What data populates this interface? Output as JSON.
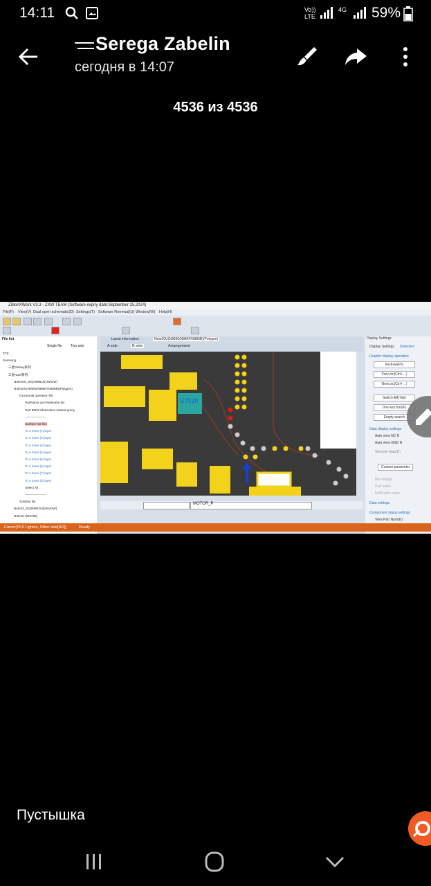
{
  "status_bar": {
    "time": "14:11",
    "network_left": "Vo))",
    "network_lte": "LTE",
    "network_4g": "4G",
    "battery": "59%"
  },
  "header": {
    "sender_name": "Serega Zabelin",
    "date_line": "сегодня в 14:07",
    "counter": "4536 из 4536"
  },
  "photo": {
    "window_title": "ZillionXWork V3.3 - ZXW TEAM (Software expiry date:September 25,2024)",
    "menu_items": [
      "File(F)",
      "View(V)",
      "Dual open schematic(D)",
      "Settings(T)",
      "Software Renewal(U)",
      "Window(W)",
      "Help(H)"
    ],
    "left_panel_title": "File list",
    "left_panel_buttons": [
      "Single file",
      "Two side"
    ],
    "tree_items": [
      "ZTE",
      "Samsung",
      "三星Galaxy系列",
      "三星Note系列",
      "Note20U_5G(N986U)(UN/OW)",
      "Note20U(N9860/N986F/N986B)(Polygon)",
      "Functional operation list",
      "PartName and NetName list",
      "Part BOM information related query",
      "--------------------",
      "Surface net line",
      "To A inner (1) layer",
      "To A inner (2) layer",
      "To A inner (3) layer",
      "To A inner (4) layer",
      "To A inner (5) layer",
      "To A inner (6) layer",
      "To A inner (7) layer",
      "To A inner (8) layer",
      "Select All",
      "--------------------",
      "Solution list",
      "Note23_5G(N9810U)(UN/OW)",
      "Note10+(N9760)"
    ],
    "doc_tabs": [
      "Latest information",
      "Note20U(N9860/N986F/N986B)(Polygon)"
    ],
    "side_tabs": [
      "A side",
      "B side",
      "Arrangement"
    ],
    "component_label": "U7020",
    "net_name": "MOTOR_P",
    "right_panel_title": "Display Settings",
    "right_tabs": [
      "Display Settings",
      "Detection"
    ],
    "graphic_section": "Graphic display operation",
    "graphic_buttons": [
      "Redraw(F5)",
      "Prev pic(Ctrl+←)",
      "Next pic(Ctrl+→)",
      "Switch AB(Tab)",
      "One key turn(F)",
      "Empty search"
    ],
    "data_section": "Data display settings",
    "data_checks": [
      "Auto view NC N",
      "Auto view GND N",
      "View pin data(D)"
    ],
    "custom_button": "Custom parameter",
    "faded_checks": [
      "Net voltage",
      "Part notes",
      "Net/Diode notes",
      "Data settings"
    ],
    "component_section": "Component status settings",
    "component_check": "View Part Num(K)",
    "status_text": "Cursor[YES Lighten, Other side[NO]]",
    "ready_text": "Ready"
  },
  "caption": "Пустышка",
  "icons": {
    "back": "back-arrow-icon",
    "brush": "brush-icon",
    "share": "share-icon",
    "more": "more-vert-icon",
    "edit": "pencil-icon",
    "home": "home-icon",
    "recents": "recents-icon",
    "collapse": "chevron-down-icon"
  },
  "colors": {
    "accent_orange": "#f15a22",
    "board_bg": "#3a3a3a",
    "pad_yellow": "#f2d21b"
  }
}
